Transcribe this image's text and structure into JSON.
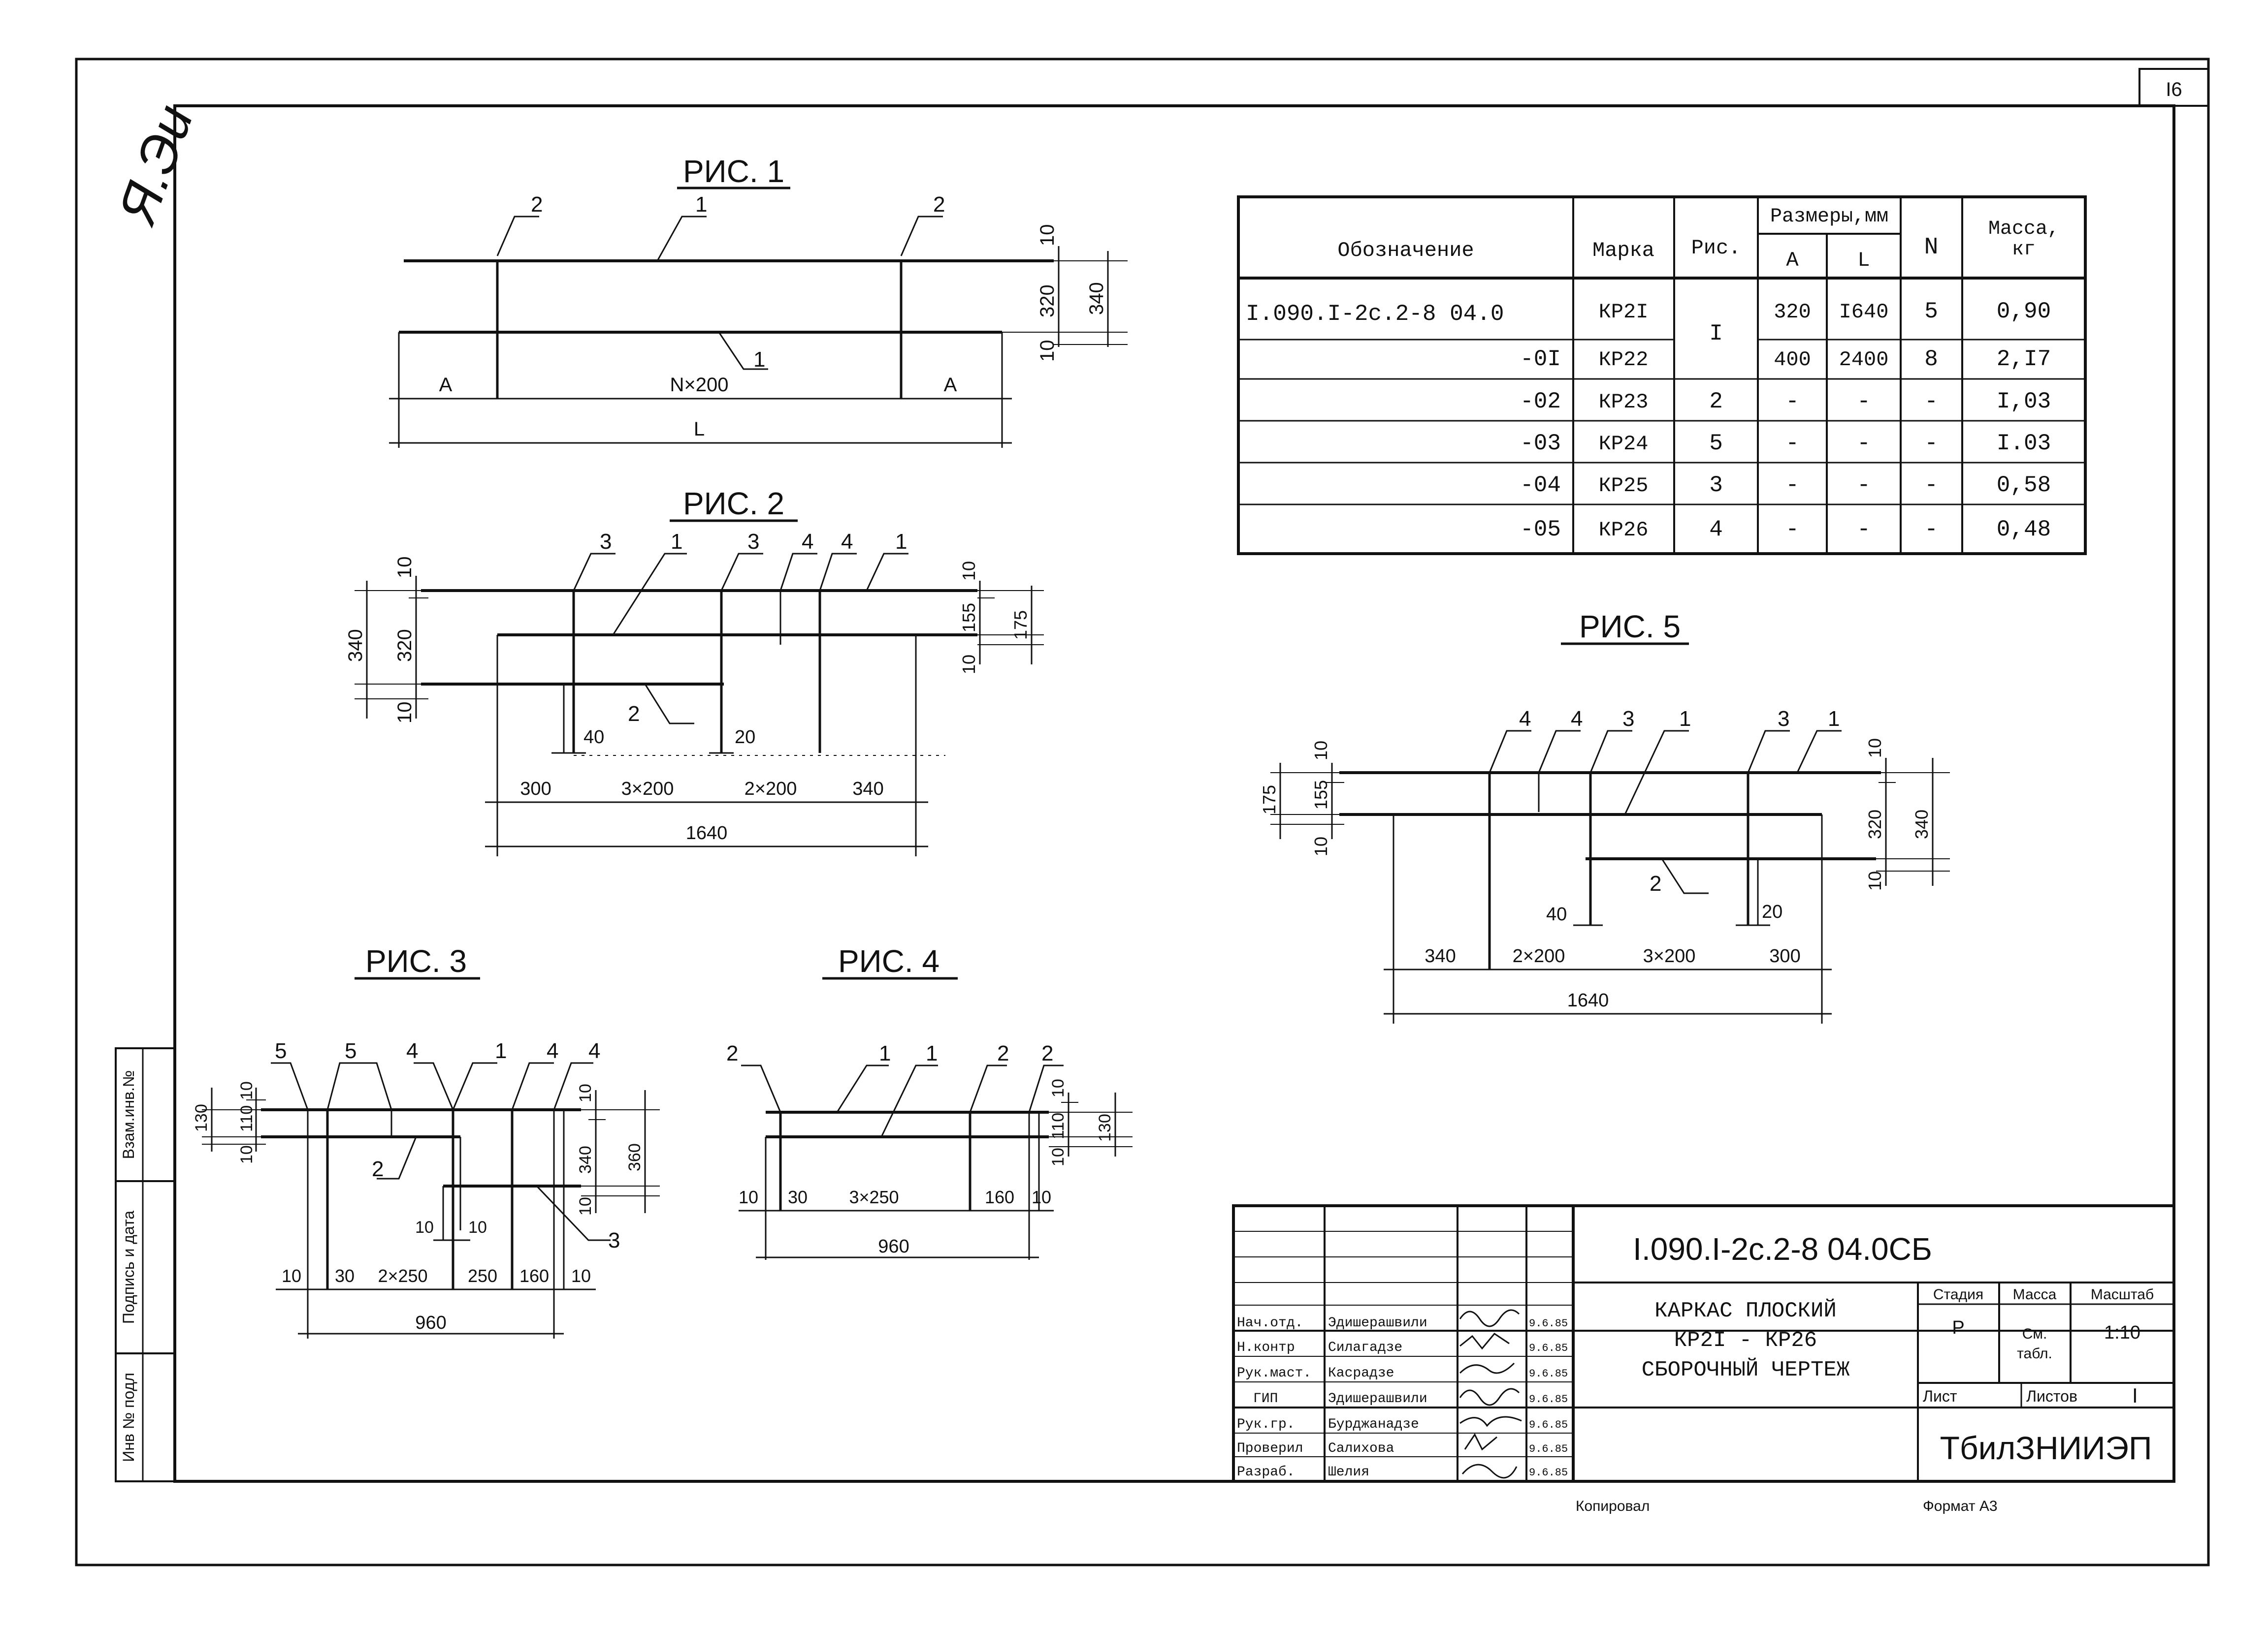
{
  "sheet_number": "I6",
  "handwritten_mark": "Я.Эи",
  "figures": {
    "fig1": {
      "title": "РИС. 1",
      "callouts": [
        "2",
        "1",
        "2",
        "1"
      ],
      "dims": {
        "v10a": "10",
        "v320": "320",
        "v340": "340",
        "v10b": "10",
        "a1": "A",
        "span": "N×200",
        "a2": "A",
        "len": "L"
      }
    },
    "fig2": {
      "title": "РИС. 2",
      "callouts": [
        "3",
        "1",
        "3",
        "4",
        "4",
        "1",
        "2"
      ],
      "dims": {
        "l10a": "10",
        "l340": "340",
        "l320": "320",
        "l10b": "10",
        "r10": "10",
        "r155": "155",
        "r175": "175",
        "r10b": "10",
        "d40": "40",
        "d20": "20",
        "b300": "300",
        "b3x200": "3×200",
        "b2x200": "2×200",
        "b340": "340",
        "total": "1640"
      }
    },
    "fig3": {
      "title": "РИС. 3",
      "callouts": [
        "5",
        "5",
        "4",
        "1",
        "4",
        "4",
        "2",
        "3"
      ],
      "dims": {
        "l130": "130",
        "l110": "110",
        "l10a": "10",
        "l10b": "10",
        "r10": "10",
        "r340": "340",
        "r360": "360",
        "r10b": "10",
        "m10a": "10",
        "m10b": "10",
        "b10a": "10",
        "b30": "30",
        "b2x250": "2×250",
        "b250": "250",
        "b160": "160",
        "b10b": "10",
        "total": "960"
      }
    },
    "fig4": {
      "title": "РИС. 4",
      "callouts": [
        "2",
        "1",
        "1",
        "2",
        "2"
      ],
      "dims": {
        "r10": "10",
        "r110": "110",
        "r130": "130",
        "r10b": "10",
        "b10a": "10",
        "b30": "30",
        "b3x250": "3×250",
        "b160": "160",
        "b10b": "10",
        "total": "960"
      }
    },
    "fig5": {
      "title": "РИС. 5",
      "callouts": [
        "4",
        "4",
        "3",
        "1",
        "3",
        "1",
        "2"
      ],
      "dims": {
        "l175": "175",
        "l155": "155",
        "l10a": "10",
        "l10b": "10",
        "r10": "10",
        "r320": "320",
        "r340": "340",
        "r10b": "10",
        "d40": "40",
        "d20": "20",
        "b340": "340",
        "b2x200": "2×200",
        "b3x200": "3×200",
        "b300": "300",
        "total": "1640"
      }
    }
  },
  "spec_table": {
    "headers": {
      "designation": "Обозначение",
      "mark": "Марка",
      "fig": "Рис.",
      "dims": "Размеры,мм",
      "a": "А",
      "l": "L",
      "n": "N",
      "mass": "Масса,\nкг"
    },
    "rows": [
      {
        "designation": "I.090.I-2с.2-8 04.0",
        "mark": "КР2I",
        "fig": "I",
        "a": "320",
        "l": "I640",
        "n": "5",
        "mass": "0,90"
      },
      {
        "designation": "-0I",
        "mark": "КР22",
        "fig": "",
        "a": "400",
        "l": "2400",
        "n": "8",
        "mass": "2,I7"
      },
      {
        "designation": "-02",
        "mark": "КР23",
        "fig": "2",
        "a": "-",
        "l": "-",
        "n": "-",
        "mass": "I,03"
      },
      {
        "designation": "-03",
        "mark": "КР24",
        "fig": "5",
        "a": "-",
        "l": "-",
        "n": "-",
        "mass": "I.03"
      },
      {
        "designation": "-04",
        "mark": "КР25",
        "fig": "3",
        "a": "-",
        "l": "-",
        "n": "-",
        "mass": "0,58"
      },
      {
        "designation": "-05",
        "mark": "КР26",
        "fig": "4",
        "a": "-",
        "l": "-",
        "n": "-",
        "mass": "0,48"
      }
    ]
  },
  "title_block": {
    "code": "I.090.I-2c.2-8   04.0СБ",
    "name_line1": "КАРКАС ПЛОСКИЙ",
    "name_line2": "КР2I - КР26",
    "name_line3": "СБОРОЧНЫЙ ЧЕРТЕЖ",
    "stage_label": "Стадия",
    "mass_label": "Масса",
    "scale_label": "Масштаб",
    "stage": "Р",
    "mass_line1": "См.",
    "mass_line2": "табл.",
    "scale": "1:10",
    "sheet_label": "Лист",
    "sheets_label": "Листов",
    "sheets": "I",
    "org": "ТбилЗНИИЭП",
    "signatures": [
      {
        "role": "Нач.отд.",
        "name": "Эдишерашвили",
        "date": "9.6.85"
      },
      {
        "role": "Н.контр",
        "name": "Силагадзе",
        "date": "9.6.85"
      },
      {
        "role": "Рук.маст.",
        "name": "Касрадзе",
        "date": "9.6.85"
      },
      {
        "role": "ГИП",
        "name": "Эдишерашвили",
        "date": "9.6.85"
      },
      {
        "role": "Рук.гр.",
        "name": "Бурджанадзе",
        "date": "9.6.85"
      },
      {
        "role": "Проверил",
        "name": "Салихова",
        "date": "9.6.85"
      },
      {
        "role": "Разраб.",
        "name": "Шелия",
        "date": "9.6.85"
      }
    ]
  },
  "side_stamp": {
    "inv_no": "Инв № подл",
    "sign_date": "Подпись и дата",
    "replace_inv": "Взам.инв.№"
  },
  "footer": {
    "copied": "Копировал",
    "format": "Формат А3"
  }
}
